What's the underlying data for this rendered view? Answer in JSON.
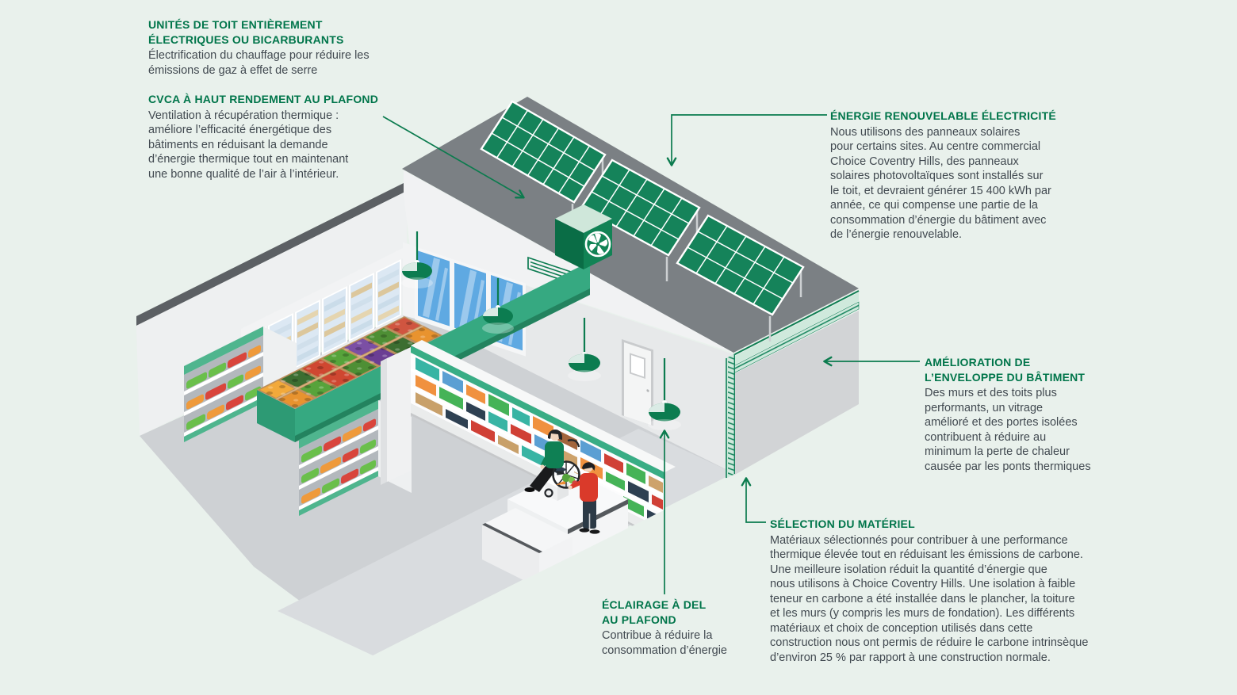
{
  "palette": {
    "background": "#e9f1ec",
    "title_green": "#00754a",
    "body_text": "#414950",
    "arrow_green": "#0b7b4e",
    "roof_gray": "#7b8084",
    "solar_green": "#15835a",
    "wall_gray": "#d2d4d6",
    "insulation_mint": "#cfe9dc",
    "window_blue": "#5fa9e2"
  },
  "annotations": {
    "rooftop_units": {
      "title": "UNITÉS DE TOIT ENTIÈREMENT\nÉLECTRIQUES OU BICARBURANTS",
      "body": "Électrification du chauffage pour réduire les\némissions de gaz à effet de serre"
    },
    "hvac": {
      "title": "CVCA À HAUT RENDEMENT AU PLAFOND",
      "body": "Ventilation à récupération thermique :\naméliore l’efficacité énergétique des\nbâtiments en réduisant la demande\nd’énergie thermique tout en maintenant\nune bonne qualité de l’air à l’intérieur."
    },
    "renewable": {
      "title": "ÉNERGIE RENOUVELABLE ÉLECTRICITÉ",
      "body": "Nous utilisons des panneaux solaires\npour certains sites. Au centre commercial\nChoice Coventry Hills, des panneaux\nsolaires photovoltaïques sont installés sur\nle toit, et devraient générer 15 400 kWh par\nannée, ce qui compense une partie de la\nconsommation d’énergie du bâtiment avec\nde l’énergie renouvelable."
    },
    "envelope": {
      "title": "AMÉLIORATION DE\nL’ENVELOPPE DU BÂTIMENT",
      "body": "Des murs et des toits plus\nperformants, un vitrage\namélioré et des portes isolées\ncontribuent à réduire au\nminimum la perte de chaleur\ncausée par les ponts thermiques"
    },
    "materials": {
      "title": "SÉLECTION DU MATÉRIEL",
      "body": "Matériaux sélectionnés pour contribuer à une performance\nthermique élevée tout en réduisant les émissions de carbone.\nUne meilleure isolation réduit la quantité d’énergie que\nnous utilisons à Choice Coventry Hills. Une isolation à faible\nteneur en carbone a été installée dans le plancher, la toiture\net les murs (y compris les murs de fondation). Les différents\nmatériaux et choix de conception utilisés dans cette\nconstruction nous ont permis de réduire le carbone intrinsèque\nd’environ 25 % par rapport à une construction normale."
    },
    "lighting": {
      "title": "ÉCLAIRAGE À DEL\nAU PLAFOND",
      "body": "Contribue à réduire la\nconsommation d’énergie"
    }
  },
  "illustration": {
    "scene": "isometric cutaway of a grocery store",
    "icons": [
      "solar-panel-array",
      "rooftop-hvac-unit-icon",
      "hvac-fan-icon",
      "pendant-lamp-icon",
      "insulated-wall-edge",
      "wall-vent-icon",
      "door",
      "window-band",
      "freezer-cases",
      "produce-table",
      "produce-shelf",
      "grocery-shelf-case",
      "checkout-counter",
      "cash-register",
      "cashier-in-wheelchair",
      "customer",
      "connector-arrow"
    ]
  }
}
